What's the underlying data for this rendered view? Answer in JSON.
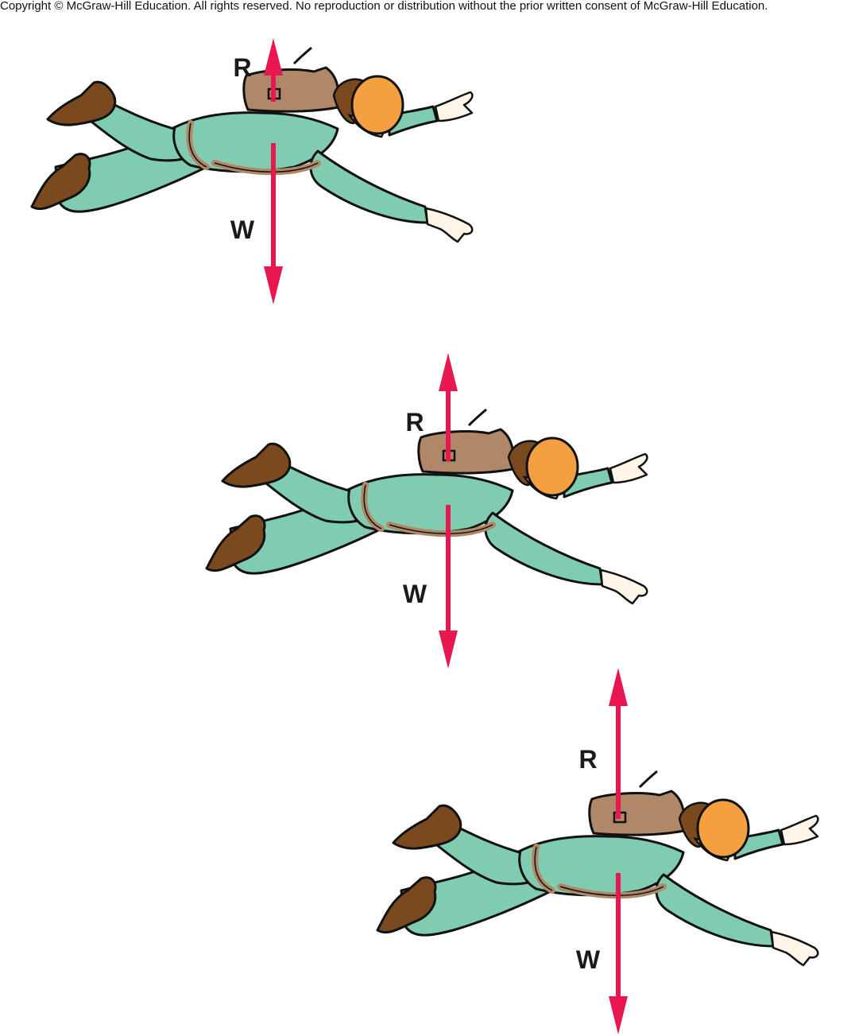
{
  "copyright": "Copyright © McGraw-Hill Education.  All rights reserved. No reproduction or distribution without the prior written consent of McGraw-Hill Education.",
  "colors": {
    "arrow": "#e8174f",
    "suit": "#80ccb0",
    "boots": "#7a4a1e",
    "pack": "#b08868",
    "helmet": "#f5a040",
    "hair": "#7a4a1e",
    "skin": "#fff6e8",
    "outline": "#111111"
  },
  "icons": [
    "skydiver-figure",
    "force-arrow"
  ],
  "figures": [
    {
      "label_up": "R",
      "label_down": "W",
      "resistance_vs_weight": "smaller"
    },
    {
      "label_up": "R",
      "label_down": "W",
      "resistance_vs_weight": "smaller"
    },
    {
      "label_up": "R",
      "label_down": "W",
      "resistance_vs_weight": "equal"
    }
  ]
}
